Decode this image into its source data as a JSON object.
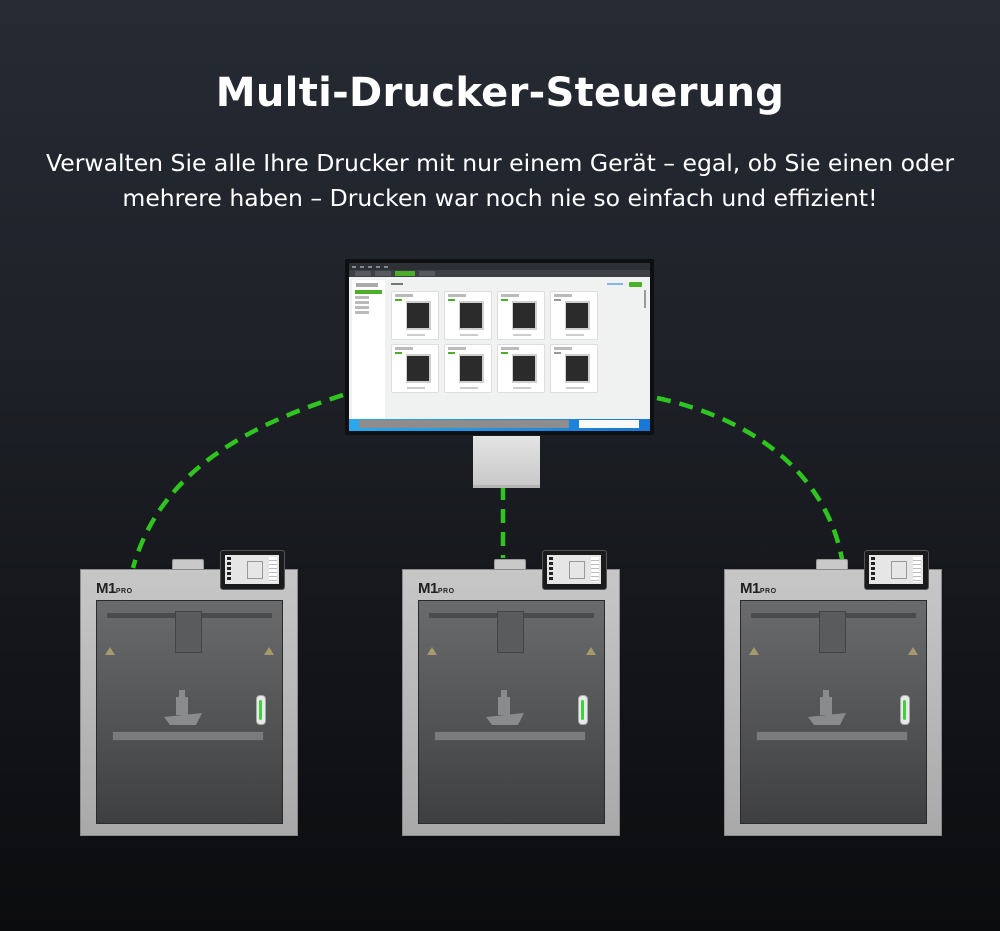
{
  "header": {
    "title": "Multi-Drucker-Steuerung",
    "subtitle": "Verwalten Sie alle Ihre Drucker mit nur einem Gerät – egal, ob Sie einen oder mehrere haben – Drucken war noch nie so einfach und effizient!"
  },
  "colors": {
    "background_top": "#262a33",
    "background_bottom": "#0b0c0e",
    "connection_line": "#2fc41f",
    "accent_green": "#4caf29",
    "title_text": "#ffffff"
  },
  "monitor": {
    "app_cards_count": 8,
    "cards": [
      {
        "status": "online"
      },
      {
        "status": "online"
      },
      {
        "status": "online"
      },
      {
        "status": "idle"
      },
      {
        "status": "online"
      },
      {
        "status": "online"
      },
      {
        "status": "online"
      },
      {
        "status": "idle"
      }
    ]
  },
  "printers": [
    {
      "model": "M1",
      "variant": "PRO",
      "position": "left"
    },
    {
      "model": "M1",
      "variant": "PRO",
      "position": "center"
    },
    {
      "model": "M1",
      "variant": "PRO",
      "position": "right"
    }
  ],
  "connections": [
    {
      "from": "monitor",
      "to": "printer-left",
      "style": "dashed"
    },
    {
      "from": "monitor",
      "to": "printer-center",
      "style": "dashed"
    },
    {
      "from": "monitor",
      "to": "printer-right",
      "style": "dashed"
    }
  ]
}
